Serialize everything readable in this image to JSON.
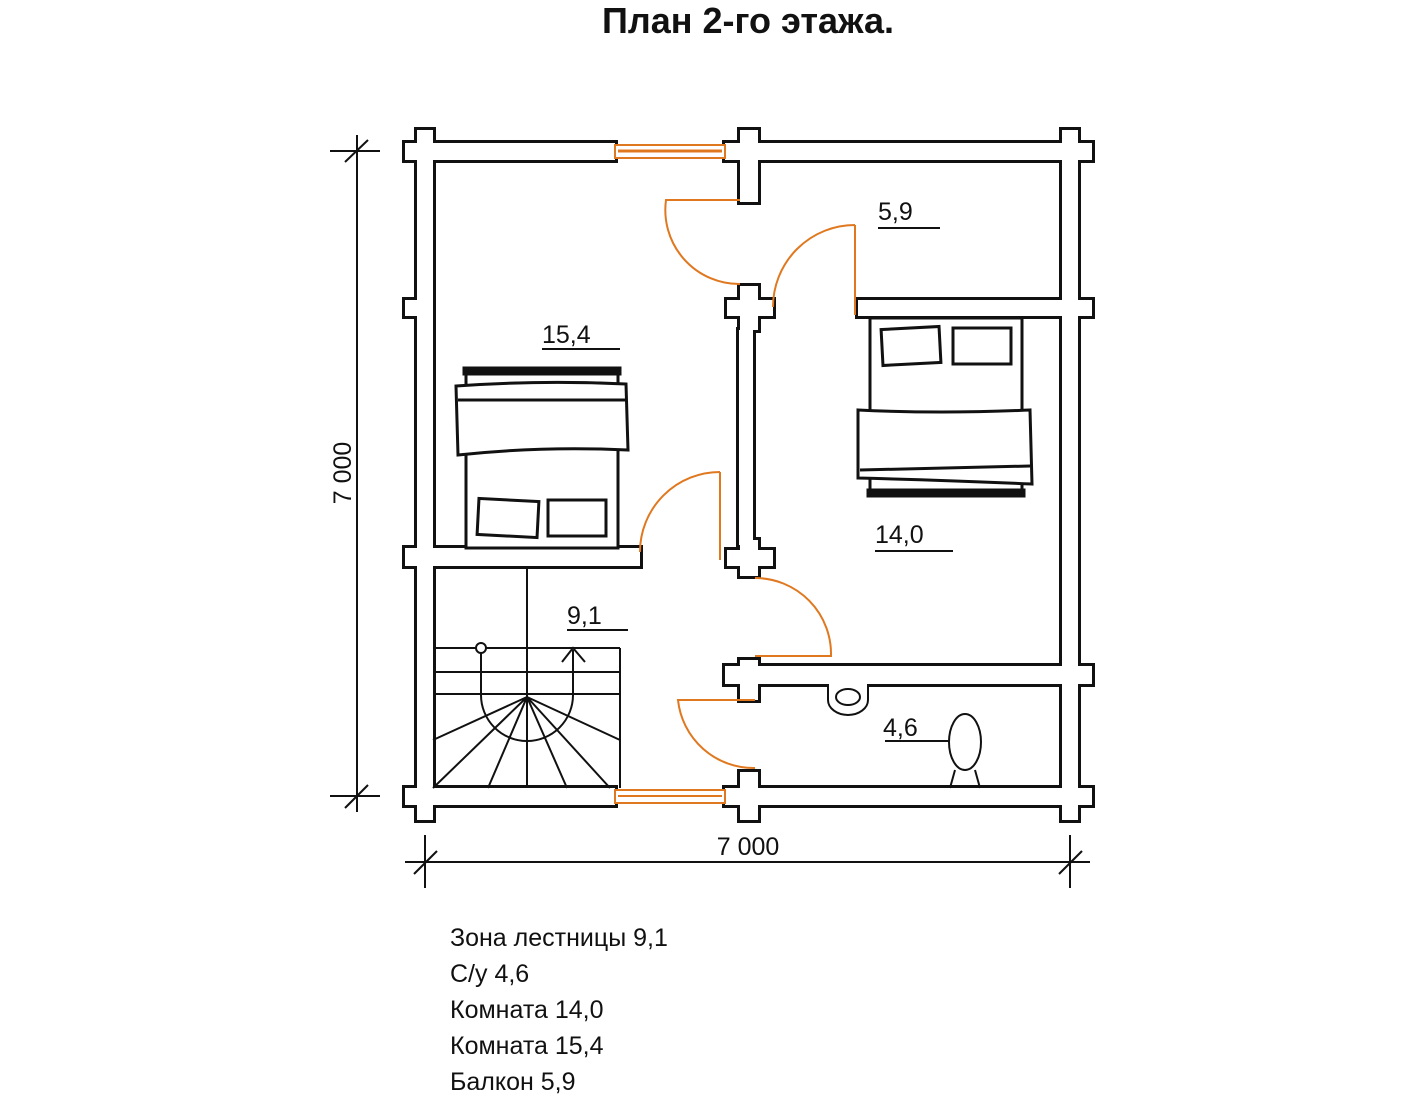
{
  "title": "План 2-го этажа.",
  "rooms": {
    "balcony": "5,9",
    "room_left": "15,4",
    "room_right": "14,0",
    "stairs": "9,1",
    "bathroom": "4,6"
  },
  "dimensions": {
    "height": "7 000",
    "width": "7 000"
  },
  "legend": [
    "Зона лестницы 9,1",
    "С/у 4,6",
    "Комната 14,0",
    "Комната 15,4",
    "Балкон 5,9"
  ],
  "colors": {
    "wall": "#111111",
    "door": "#e07820"
  }
}
